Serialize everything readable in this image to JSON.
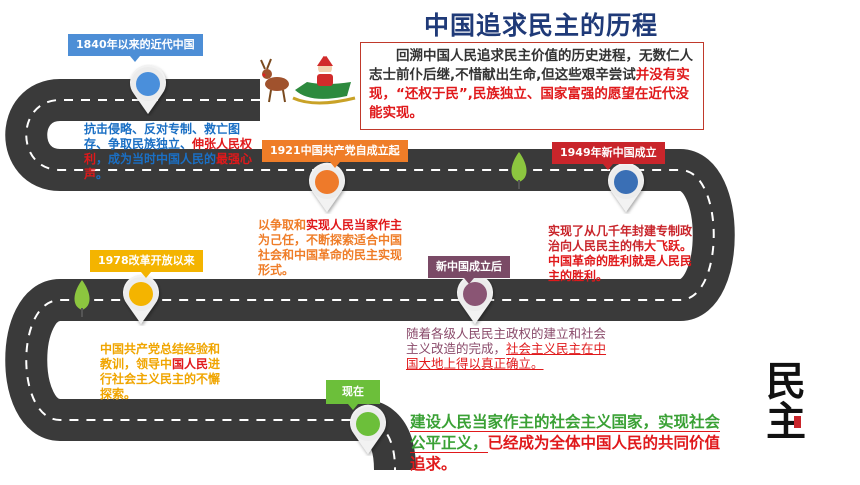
{
  "title": "中国追求民主的历程",
  "intro": {
    "part1": "回溯中国人民追求民主价值的历史进程，无数仁人志士前仆后继,不惜献出生命,但这些艰辛尝试",
    "part2": "并没有实现，“还权于民”,民族独立、国家富强的愿望在近代没能实现。"
  },
  "stages": [
    {
      "label": "1840年以来的近代中国",
      "color": "#4d8ed6",
      "pin": "#4a8fdb",
      "note_blue": "抗击侵略、反对专制、救亡图存、争取民族独立、",
      "note_red": "伸张人民权利",
      "note_blue2": "，成为当时中国人民的",
      "note_red2": "最强心声",
      "note_end": "。"
    },
    {
      "label": "1921中国共产党自成立起",
      "color": "#ef7d28",
      "pin": "#ee7a2a",
      "note_a": "以争取和",
      "note_b": "实现人民当家作主",
      "note_c": "为己任，不断探索适合中国社会和中国革命的民主实现形式。"
    },
    {
      "label": "1949年新中国成立",
      "color": "#c9252b",
      "pin": "#3a6fb5",
      "note_a": "实现了从几千年封建专制政治向人民民主的伟",
      "note_b": "大飞跃。中国革命的胜利就是人民民主的胜利。"
    },
    {
      "label": "1978改革开放以来",
      "color": "#f4b400",
      "pin": "#f4b400",
      "note_a": "中国共产党总结经验和教训，领导中",
      "note_b": "国人民",
      "note_c": "进行社会主义民主的不懈探索。"
    },
    {
      "label": "新中国成立后",
      "color": "#7a4a66",
      "pin": "#8a5574",
      "note_a": "随着各级人民民主政权的建立和社会主义改造的完成，",
      "note_b": "社会主义民主在中国大地上得以真正确立。"
    },
    {
      "label": "现在",
      "color": "#6cbf3a",
      "pin": "#6cbf3a",
      "final_green": "建设人民当家作主的社会主义国家，实现社会公平正义，",
      "final_red": "已经成为全体中国人民的共同价值追求。"
    }
  ],
  "seal_text": "民主",
  "icons": [
    "santa-sleigh-icon",
    "tree-icon",
    "map-pin-icon"
  ]
}
